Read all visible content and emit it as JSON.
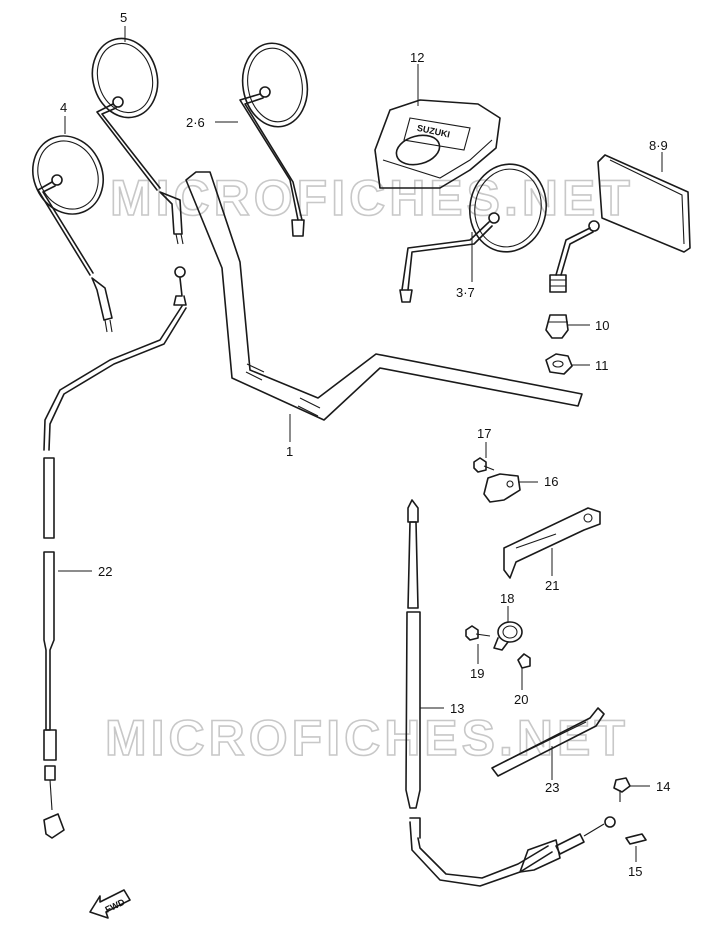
{
  "watermark": "MICROFICHES.NET",
  "fwd_label": "FWD",
  "logo_text": "SUZUKI",
  "labels": {
    "l1": "1",
    "l2_6": "2·6",
    "l3_7": "3·7",
    "l4": "4",
    "l5": "5",
    "l8_9": "8·9",
    "l10": "10",
    "l11": "11",
    "l12": "12",
    "l13": "13",
    "l14": "14",
    "l15": "15",
    "l16": "16",
    "l17": "17",
    "l18": "18",
    "l19": "19",
    "l20": "20",
    "l21": "21",
    "l22": "22",
    "l23": "23"
  },
  "colors": {
    "line": "#1a1a1a",
    "watermark": "#c8c8c8",
    "background": "#ffffff"
  }
}
